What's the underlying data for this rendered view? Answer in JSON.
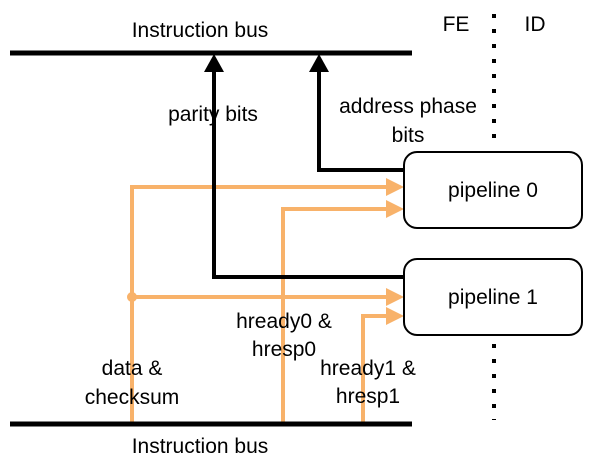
{
  "colors": {
    "background": "#ffffff",
    "bus": "#000000",
    "signal_orange": "#f8b26a",
    "box_border": "#000000"
  },
  "labels": {
    "bus_top": "Instruction bus",
    "bus_bottom": "Instruction bus",
    "stage_fe": "FE",
    "stage_id": "ID",
    "parity_bits": "parity bits",
    "address_phase_line1": "address phase",
    "address_phase_line2": "bits",
    "pipeline0": "pipeline 0",
    "pipeline1": "pipeline 1",
    "hready0_line1": "hready0 &",
    "hready0_line2": "hresp0",
    "hready1_line1": "hready1 &",
    "hready1_line2": "hresp1",
    "data_checksum_line1": "data &",
    "data_checksum_line2": "checksum"
  }
}
